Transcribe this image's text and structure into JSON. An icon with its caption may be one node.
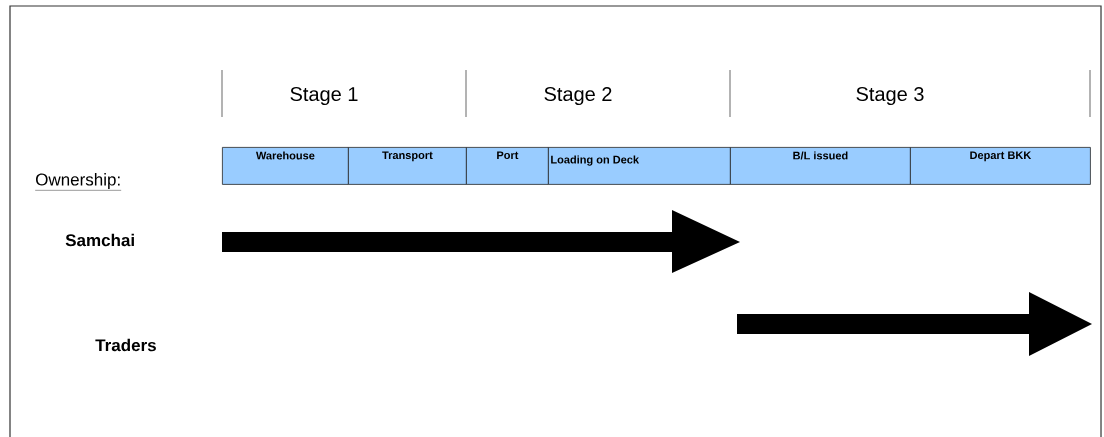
{
  "diagram": {
    "nodes": [
      {
        "text": [
          "Warehouse"
        ]
      },
      {
        "text": [
          "Transport"
        ]
      },
      {
        "text": [
          "Port"
        ]
      },
      {
        "text": [
          "Loading on Deck"
        ]
      },
      {
        "text": [
          "B/L issued"
        ]
      },
      {
        "text": [
          "Depart BKK"
        ]
      }
    ],
    "labels": [
      "Stage 1",
      "Stage 2",
      "Stage 3",
      "Ownership:",
      "Samchai",
      "Traders"
    ]
  }
}
